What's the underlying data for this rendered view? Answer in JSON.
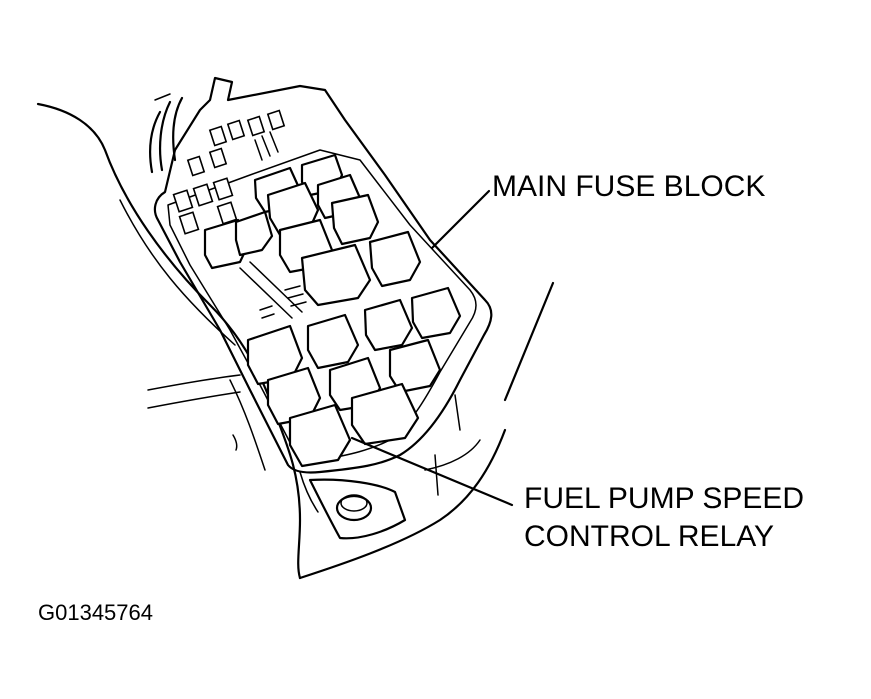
{
  "diagram": {
    "callouts": {
      "main_fuse_block": "MAIN FUSE BLOCK",
      "relay_line1": "FUEL PUMP SPEED",
      "relay_line2": "CONTROL RELAY"
    },
    "figure_id": "G01345764"
  }
}
